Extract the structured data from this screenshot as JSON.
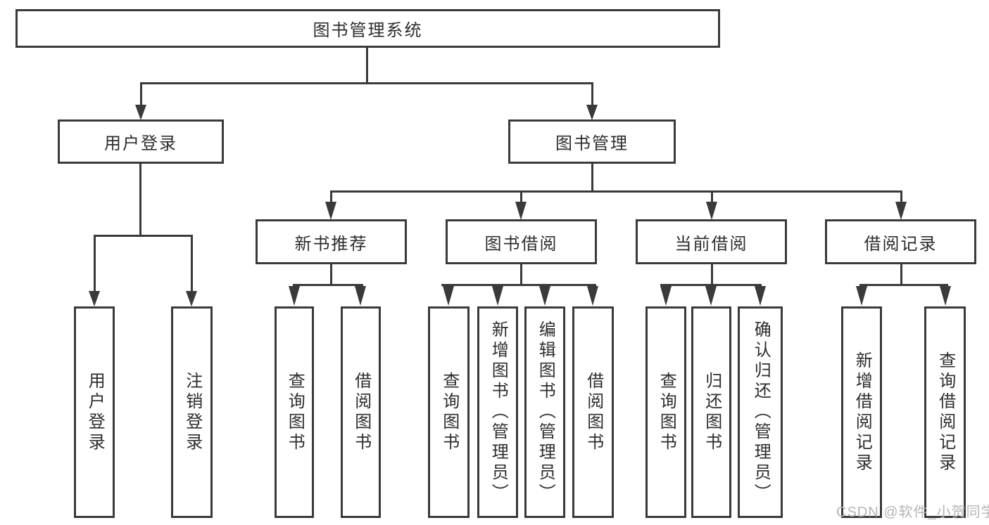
{
  "diagram_type": "hierarchy-tree",
  "tree": {
    "label": "图书管理系统",
    "children": [
      {
        "label": "用户登录",
        "children": [
          {
            "label": "用户登录"
          },
          {
            "label": "注销登录"
          }
        ]
      },
      {
        "label": "图书管理",
        "children": [
          {
            "label": "新书推荐",
            "children": [
              {
                "label": "查询图书"
              },
              {
                "label": "借阅图书"
              }
            ]
          },
          {
            "label": "图书借阅",
            "children": [
              {
                "label": "查询图书"
              },
              {
                "label": "新增图书（管理员）"
              },
              {
                "label": "编辑图书（管理员）"
              },
              {
                "label": "借阅图书"
              }
            ]
          },
          {
            "label": "当前借阅",
            "children": [
              {
                "label": "查询图书"
              },
              {
                "label": "归还图书"
              },
              {
                "label": "确认归还（管理员）"
              }
            ]
          },
          {
            "label": "借阅记录",
            "children": [
              {
                "label": "新增借阅记录"
              },
              {
                "label": "查询借阅记录"
              }
            ]
          }
        ]
      }
    ]
  },
  "watermark": {
    "text": "CSDN @软件_小贺同学"
  },
  "colors": {
    "line": "#3a3a3a",
    "text": "#2d2d2d",
    "watermark": "#b5b5b5",
    "background": "#ffffff"
  }
}
